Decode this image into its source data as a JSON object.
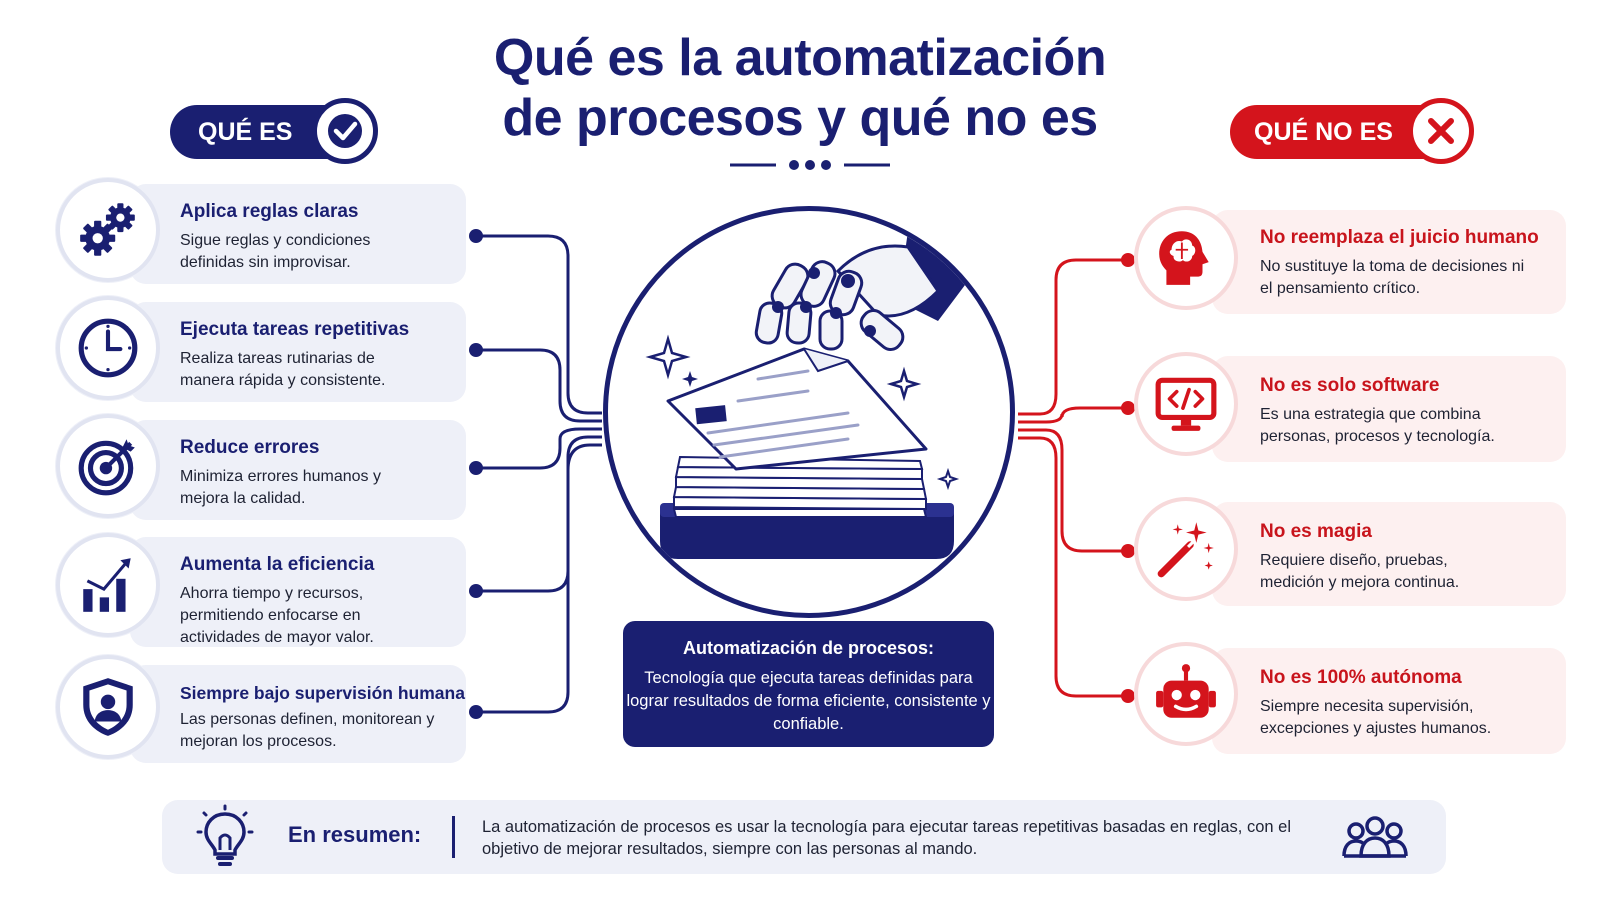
{
  "title": {
    "line1": "Qué es la automatización",
    "line2": "de procesos y qué no es"
  },
  "badges": {
    "yes_label": "QUÉ ES",
    "no_label": "QUÉ NO ES"
  },
  "left_items": [
    {
      "title": "Aplica reglas claras",
      "description": "Sigue reglas y condiciones definidas sin improvisar.",
      "icon": "gears-icon"
    },
    {
      "title": "Ejecuta tareas repetitivas",
      "description": "Realiza tareas rutinarias de manera rápida y consistente.",
      "icon": "clock-icon"
    },
    {
      "title": "Reduce errores",
      "description": "Minimiza errores humanos y mejora la calidad.",
      "icon": "target-icon"
    },
    {
      "title": "Aumenta la eficiencia",
      "description": "Ahorra tiempo y recursos, permitiendo enfocarse en actividades de mayor valor.",
      "icon": "bar-chart-icon"
    },
    {
      "title": "Siempre bajo supervisión humana",
      "description": "Las personas definen, monitorean y mejoran los procesos.",
      "icon": "shield-user-icon"
    }
  ],
  "right_items": [
    {
      "title": "No reemplaza el juicio humano",
      "description": "No sustituye la toma de decisiones ni el pensamiento crítico.",
      "icon": "brain-head-icon"
    },
    {
      "title": "No es solo software",
      "description": "Es una estrategia que combina personas, procesos y tecnología.",
      "icon": "code-monitor-icon"
    },
    {
      "title": "No es magia",
      "description": "Requiere diseño, pruebas, medición y mejora continua.",
      "icon": "magic-wand-icon"
    },
    {
      "title": "No es 100% autónoma",
      "description": "Siempre necesita supervisión, excepciones y ajustes humanos.",
      "icon": "robot-icon"
    }
  ],
  "center": {
    "box_title": "Automatización de procesos:",
    "box_description": "Tecnología que ejecuta tareas definidas para lograr resultados de forma eficiente, consistente y confiable.",
    "illustration": "robot-hand-documents-icon"
  },
  "summary": {
    "label": "En resumen:",
    "text": "La automatización de procesos es usar la tecnología para ejecutar tareas repetitivas basadas en reglas, con el objetivo de mejorar resultados, siempre con las personas al mando.",
    "icons": [
      "lightbulb-icon",
      "people-icon"
    ]
  },
  "colors": {
    "navy": "#1a1f71",
    "red": "#d4141c",
    "card_left_bg": "#eef0f8",
    "card_right_bg": "#fdf0f0"
  }
}
